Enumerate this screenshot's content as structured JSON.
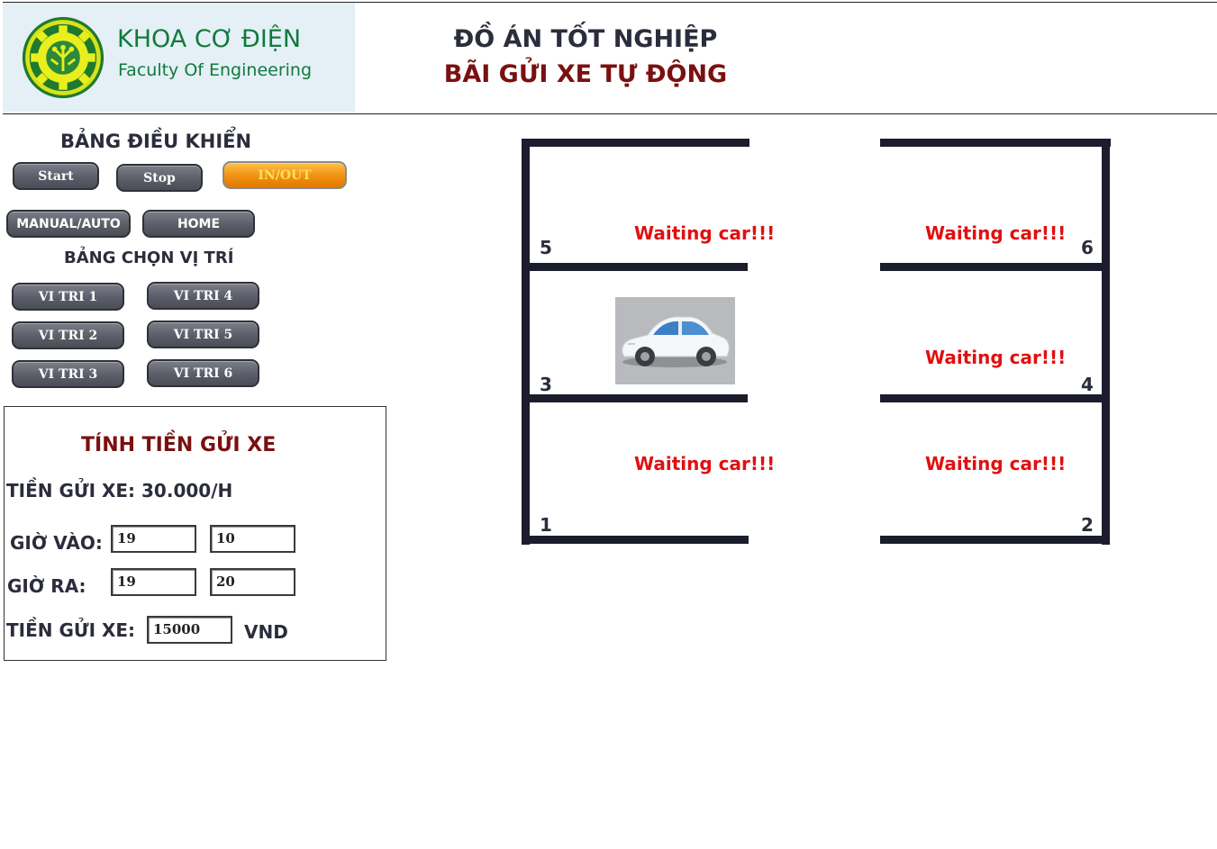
{
  "header": {
    "faculty_vi": "KHOA CƠ ĐIỆN",
    "faculty_en": "Faculty Of Engineering",
    "title_line1": "ĐỒ ÁN TỐT NGHIỆP",
    "title_line2": "BÃI GỬI XE TỰ ĐỘNG"
  },
  "control_panel": {
    "title": "BẢNG ĐIỀU KHIỂN",
    "start_label": "Start",
    "stop_label": "Stop",
    "inout_label": "IN/OUT",
    "manual_auto_label": "MANUAL/AUTO",
    "home_label": "HOME"
  },
  "position_panel": {
    "title": "BẢNG CHỌN VỊ TRÍ",
    "buttons": [
      "VI TRI 1",
      "VI TRI 2",
      "VI TRI 3",
      "VI TRI 4",
      "VI TRI 5",
      "VI TRI 6"
    ]
  },
  "fee_panel": {
    "title": "TÍNH TIỀN GỬI XE",
    "rate_text": "TIỀN GỬI XE: 30.000/H",
    "time_in_label": "GIỜ VÀO:",
    "time_in_hour": "19",
    "time_in_minute": "10",
    "time_out_label": "GIỜ RA:",
    "time_out_hour": "19",
    "time_out_minute": "20",
    "fee_label": "TIỀN GỬI XE:",
    "fee_value": "15000",
    "currency": "VND"
  },
  "parking": {
    "waiting_text": "Waiting car!!!",
    "slots": {
      "1": {
        "number": "1",
        "occupied": false
      },
      "2": {
        "number": "2",
        "occupied": false
      },
      "3": {
        "number": "3",
        "occupied": true
      },
      "4": {
        "number": "4",
        "occupied": false
      },
      "5": {
        "number": "5",
        "occupied": false
      },
      "6": {
        "number": "6",
        "occupied": false
      }
    }
  },
  "colors": {
    "accent_green": "#127a3c",
    "title_dark": "#2b2d3c",
    "title_red": "#7a1010",
    "waiting_red": "#e01010",
    "wall": "#1b1d2c",
    "button_gray": "#5b5e68",
    "button_orange": "#f09010"
  }
}
